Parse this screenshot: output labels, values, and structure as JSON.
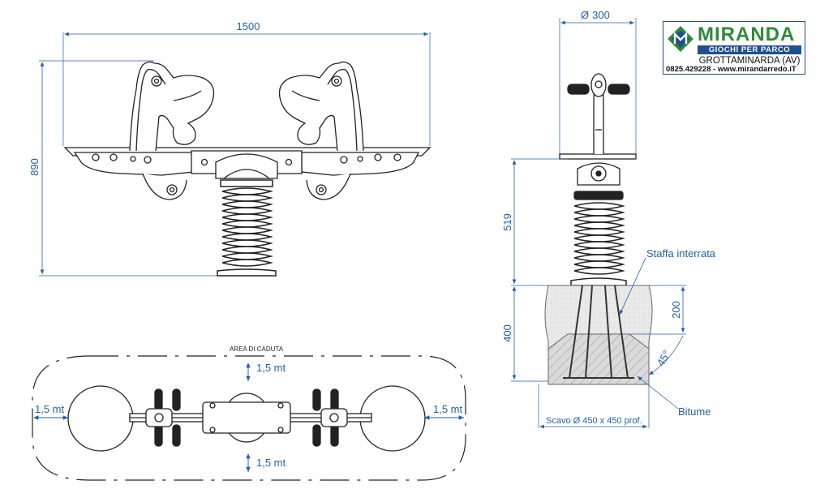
{
  "front_view": {
    "width_label": "1500",
    "height_label": "890"
  },
  "side_view": {
    "diameter_label": "300",
    "diameter_symbol": "Ø",
    "spring_height_label": "519",
    "depth_label": "400",
    "bracket_depth_label": "200",
    "angle_label": "45°",
    "bracket_callout": "Staffa interrata",
    "bitumen_callout": "Bitume",
    "excavation_note": "Scavo Ø 450 x 450 prof."
  },
  "plan_view": {
    "fall_area_label": "AREA DI CADUTA",
    "clearance_top": "1,5 mt",
    "clearance_bottom": "1,5 mt",
    "clearance_left": "1,5 mt",
    "clearance_right": "1,5 mt"
  },
  "logo": {
    "brand": "MIRANDA",
    "tagline": "GIOCHI PER PARCO",
    "city": "GROTTAMINARDA (AV)",
    "contact": "0825.429228 - www.mirandarredo.iT"
  },
  "colors": {
    "dimension": "#1f5fb0",
    "line": "#222222",
    "brand_green": "#2e8b3a",
    "brand_blue": "#1f4f8f"
  }
}
